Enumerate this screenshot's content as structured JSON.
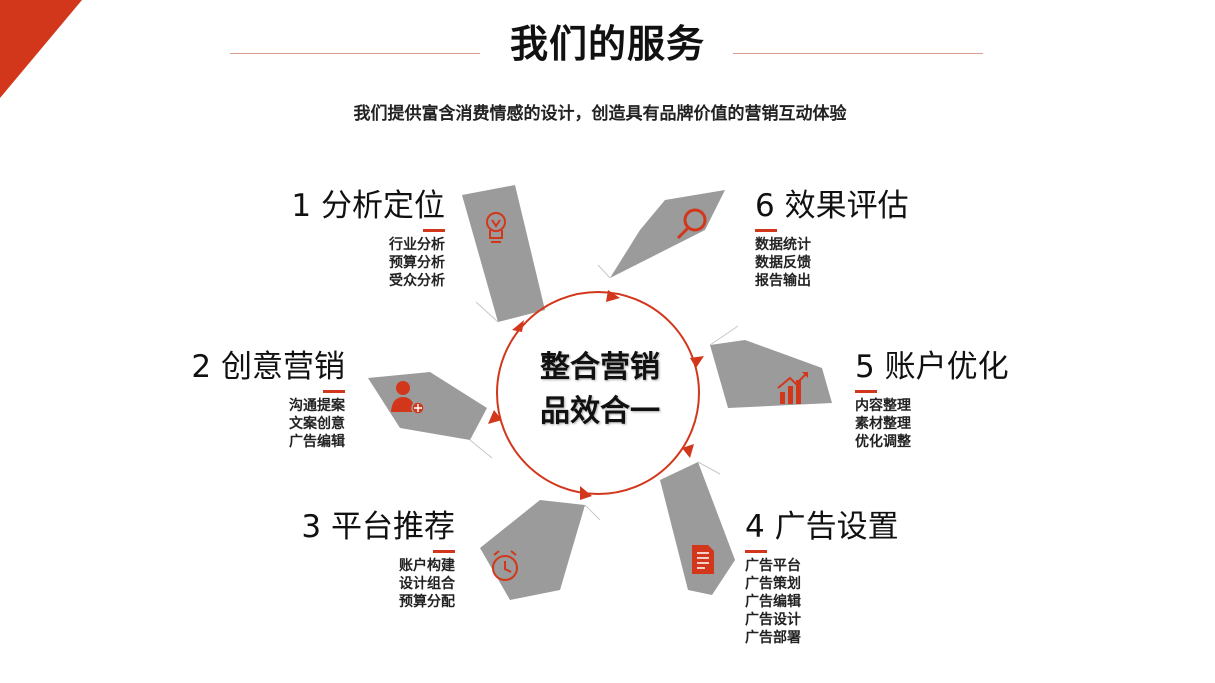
{
  "header": {
    "title": "我们的服务",
    "subtitle": "我们提供富含消费情感的设计，创造具有品牌价值的营销互动体验"
  },
  "center": {
    "line1": "整合营销",
    "line2": "品效合一"
  },
  "steps": [
    {
      "title": "1 分析定位",
      "items": [
        "行业分析",
        "预算分析",
        "受众分析"
      ]
    },
    {
      "title": "2 创意营销",
      "items": [
        "沟通提案",
        "文案创意",
        "广告编辑"
      ]
    },
    {
      "title": "3 平台推荐",
      "items": [
        "账户构建",
        "设计组合",
        "预算分配"
      ]
    },
    {
      "title": "4 广告设置",
      "items": [
        "广告平台",
        "广告策划",
        "广告编辑",
        "广告设计",
        "广告部署"
      ]
    },
    {
      "title": "5 账户优化",
      "items": [
        "内容整理",
        "素材整理",
        "优化调整"
      ]
    },
    {
      "title": "6 效果评估",
      "items": [
        "数据统计",
        "数据反馈",
        "报告输出"
      ]
    }
  ],
  "colors": {
    "accent": "#d2371c",
    "petal": "#9b9b9b",
    "text": "#111111"
  },
  "icons": [
    "lightbulb-icon",
    "user-add-icon",
    "alarm-clock-icon",
    "document-icon",
    "bar-chart-icon",
    "magnifier-icon"
  ]
}
